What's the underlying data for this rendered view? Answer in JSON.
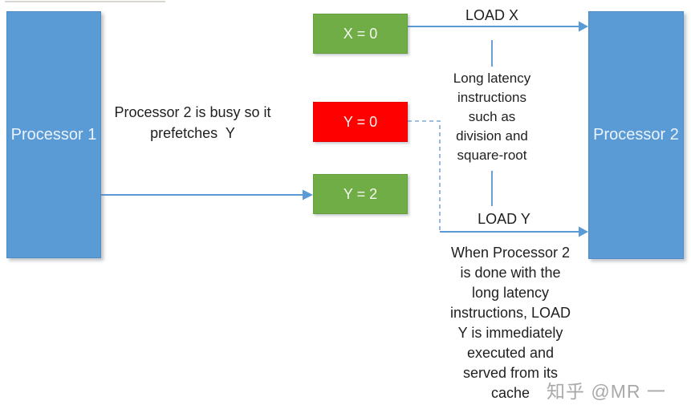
{
  "diagram": {
    "processor1": "Processor 1",
    "processor2": "Processor 2",
    "boxes": [
      {
        "id": "x0",
        "label": "X = 0",
        "color": "#70AD47"
      },
      {
        "id": "y0",
        "label": "Y = 0",
        "color": "#FF0000"
      },
      {
        "id": "y2",
        "label": "Y = 2",
        "color": "#70AD47"
      }
    ],
    "arrows": {
      "load_x": "LOAD X",
      "load_y": "LOAD Y"
    },
    "notes": {
      "busy": "Processor 2 is busy so it\nprefetches  Y",
      "long_latency": "Long latency\ninstructions\nsuch as\ndivision and\nsquare-root",
      "done": "When Processor 2\nis done with the\nlong latency\ninstructions, LOAD\nY is immediately\nexecuted and\nserved from its\ncache"
    },
    "watermark": "知乎 @MR 一",
    "colors": {
      "processor_fill": "#5B9BD5",
      "green_fill": "#70AD47",
      "red_fill": "#FF0000",
      "line_blue": "#5B9BD5",
      "dashed_blue": "#7FA9DC",
      "text": "#1f1f1f",
      "watermark_gray": "#A9A9A9"
    }
  }
}
